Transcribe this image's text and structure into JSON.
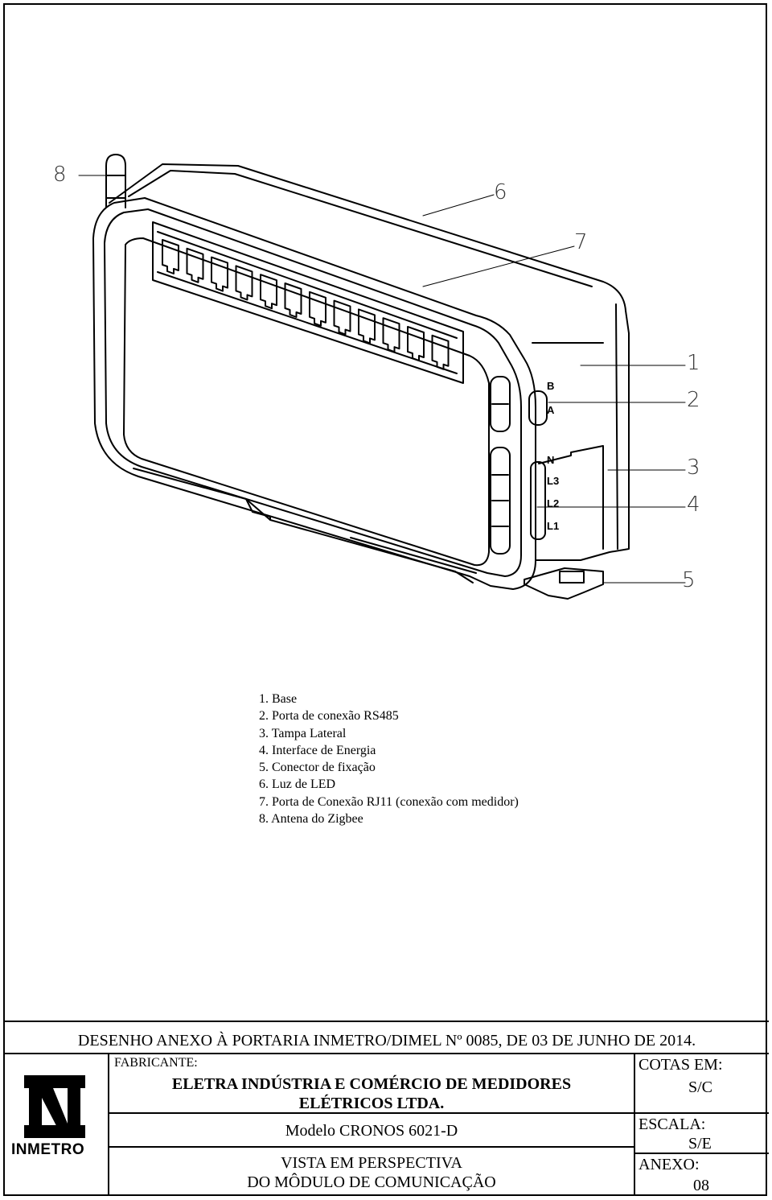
{
  "callouts": [
    "1",
    "2",
    "3",
    "4",
    "5",
    "6",
    "7",
    "8"
  ],
  "terminal_labels": [
    "B",
    "A",
    "N",
    "L3",
    "L2",
    "L1"
  ],
  "legend": [
    "1. Base",
    "2. Porta de conexão RS485",
    "3. Tampa Lateral",
    "4. Interface de Energia",
    "5. Conector de fixação",
    "6. Luz de LED",
    "7. Porta de Conexão RJ11 (conexão com medidor)",
    "8. Antena do Zigbee"
  ],
  "title_block": {
    "header": "DESENHO ANEXO À PORTARIA INMETRO/DIMEL Nº 0085, DE 03 DE JUNHO DE 2014.",
    "fabricante_label": "FABRICANTE:",
    "fabricante_line1": "ELETRA INDÚSTRIA E COMÉRCIO DE MEDIDORES",
    "fabricante_line2": "ELÉTRICOS LTDA.",
    "modelo": "Modelo CRONOS 6021-D",
    "vista_line1": "VISTA EM PERSPECTIVA",
    "vista_line2": "DO MÔDULO DE COMUNICAÇÃO",
    "cotas_label": "COTAS EM:",
    "cotas_value": "S/C",
    "escala_label": "ESCALA:",
    "escala_value": "S/E",
    "anexo_label": "ANEXO:",
    "anexo_value": "08",
    "logo_text": "INMETRO"
  }
}
